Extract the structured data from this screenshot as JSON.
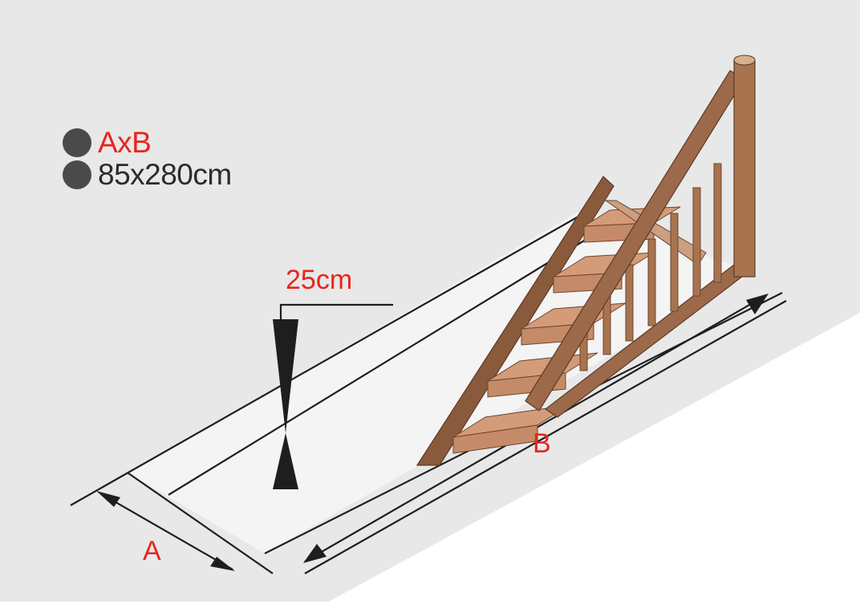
{
  "legend": {
    "rows": [
      {
        "text": "AxB",
        "color": "#e8251f"
      },
      {
        "text": "85x280cm",
        "color": "#2b2b2b"
      }
    ],
    "dot_color": "#4a4a4c"
  },
  "labels": {
    "thickness": "25cm",
    "width": "A",
    "length": "B"
  },
  "colors": {
    "wall": "#e8e8e8",
    "floor": "#ffffff",
    "line": "#1e1e1e",
    "accent_red": "#e8251f",
    "wood_tread": "#d49b79",
    "wood_riser": "#c58a68",
    "wood_frame": "#9c6a4a",
    "wood_dark": "#7b4f35"
  }
}
